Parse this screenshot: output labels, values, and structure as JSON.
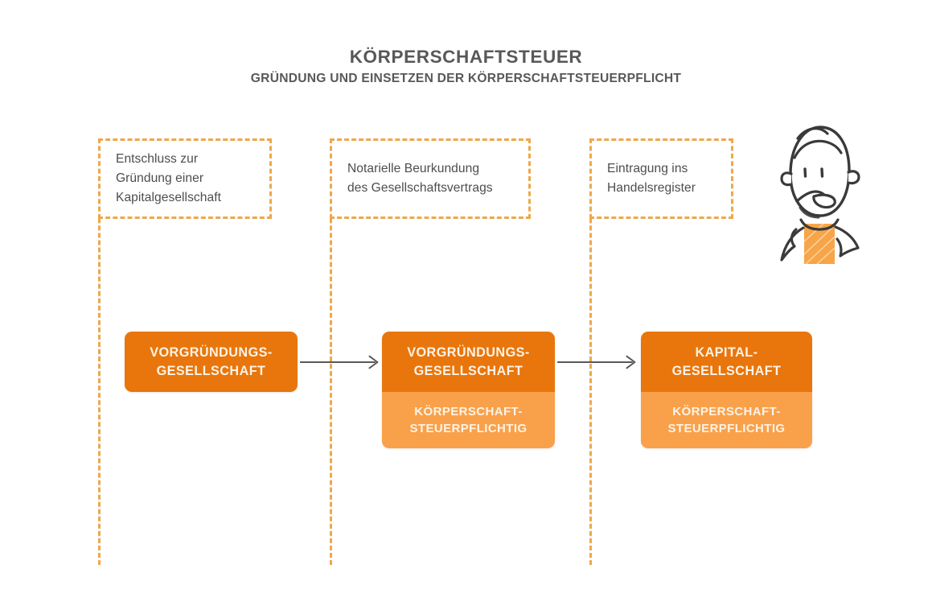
{
  "header": {
    "title": "KÖRPERSCHAFTSTEUER",
    "subtitle": "GRÜNDUNG UND EINSETZEN DER KÖRPERSCHAFTSTEUERPFLICHT"
  },
  "colors": {
    "orange_dark": "#E8760C",
    "orange_light": "#F9A14A",
    "dashed_orange": "#EDA84B",
    "text_gray": "#4D4D4F",
    "title_gray": "#58585A",
    "arrow_gray": "#58585A",
    "figure_ink": "#3A3A3C",
    "background": "#FFFFFF"
  },
  "steps": [
    {
      "caption": "Entschluss zur\nGründung einer\nKapitalgesellschaft",
      "box_primary": "VORGRÜNDUNGS-\nGESELLSCHAFT",
      "box_secondary": null
    },
    {
      "caption": "Notarielle Beurkundung\ndes Gesellschaftsvertrags",
      "box_primary": "VORGRÜNDUNGS-\nGESELLSCHAFT",
      "box_secondary": "KÖRPERSCHAFT-\nSTEUERPFLICHTIG"
    },
    {
      "caption": "Eintragung ins\nHandelsregister",
      "box_primary": "KAPITAL-\nGESELLSCHAFT",
      "box_secondary": "KÖRPERSCHAFT-\nSTEUERPFLICHTIG"
    }
  ],
  "figure": {
    "name": "stick-figure-character",
    "description": "hand-drawn bald man with worried frown and orange shirt"
  }
}
